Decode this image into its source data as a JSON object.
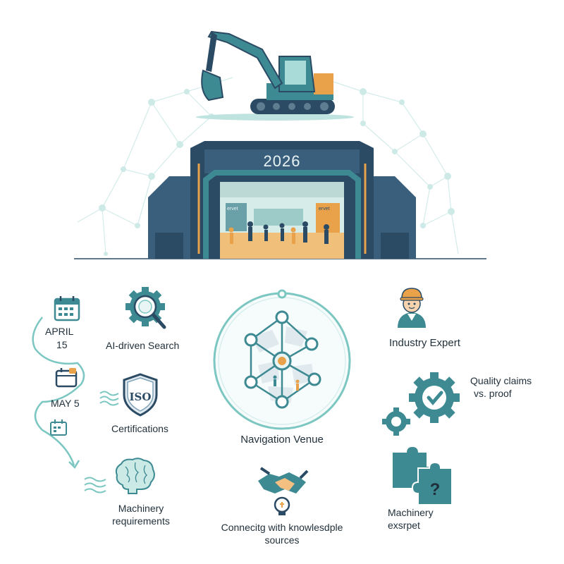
{
  "hero": {
    "year": "2026",
    "signs": [
      "ervet",
      "ervet"
    ]
  },
  "timeline": {
    "date1_month": "APRIL",
    "date1_day": "15",
    "date2": "MAY 5"
  },
  "features": {
    "ai_search": "AI-driven Search",
    "certifications": "Certifications",
    "iso_badge": "ISO",
    "machinery_req_line1": "Machinery",
    "machinery_req_line2": "requirements",
    "navigation_venue": "Navigation Venue",
    "connecting_line1": "Connecitg with knowlesdple",
    "connecting_line2": "sources",
    "industry_expert": "Industry Expert",
    "quality_line1": "Quality claims",
    "quality_line2": "vs. proof",
    "machinery_expert_line1": "Machinery",
    "machinery_expert_line2": "exsrpet",
    "question_mark": "?"
  },
  "colors": {
    "teal": "#3d8a93",
    "teal_light": "#a9dcd9",
    "navy": "#2b4a63",
    "orange": "#e9a14a",
    "network": "#cbe9e7"
  }
}
